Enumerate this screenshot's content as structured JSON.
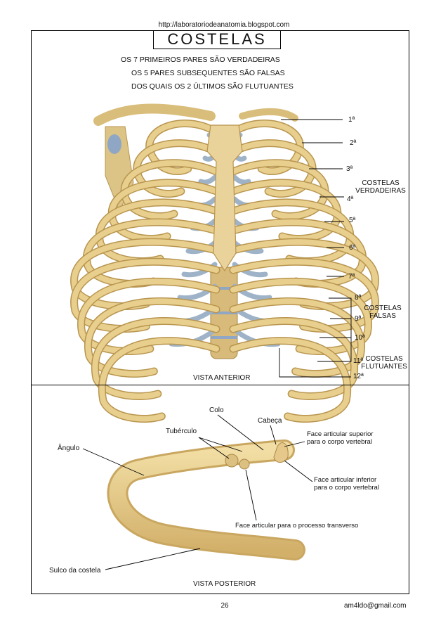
{
  "header": {
    "url": "http://laboratoriodeanatomia.blogspot.com"
  },
  "title": "COSTELAS",
  "intro": [
    "OS 7 PRIMEIROS PARES SÃO VERDADEIRAS",
    "OS 5 PARES SUBSEQUENTES SÃO FALSAS",
    "DOS QUAIS OS 2 ÚLTIMOS  SÃO FLUTUANTES"
  ],
  "ribs": [
    "1ª",
    "2ª",
    "3ª",
    "4ª",
    "5ª",
    "6ª",
    "7ª",
    "8ª",
    "9ª",
    "10ª",
    "11ª",
    "12ª"
  ],
  "groups": {
    "true_ribs": [
      "COSTELAS",
      "VERDADEIRAS"
    ],
    "false_ribs": [
      "COSTELAS",
      "FALSAS"
    ],
    "floating_ribs": [
      "COSTELAS",
      "FLUTUANTES"
    ]
  },
  "views": {
    "anterior": "VISTA ANTERIOR",
    "posterior": "VISTA POSTERIOR"
  },
  "rib_parts": {
    "colo": "Colo",
    "cabeca": "Cabeça",
    "tuberculo": "Tubérculo",
    "angulo": "Ângulo",
    "face_sup": [
      "Face articular superior",
      "para o corpo vertebral"
    ],
    "face_inf": [
      "Face articular inferior",
      "para o corpo vertebral"
    ],
    "face_transv": "Face articular para o processo transverso",
    "sulco": "Sulco da costela"
  },
  "footer": {
    "page": "26",
    "email": "am4ldo@gmail.com"
  },
  "colors": {
    "bone": "#e8cf8e",
    "bone_dark": "#b8954f",
    "cartilage": "#9fb3c8"
  }
}
